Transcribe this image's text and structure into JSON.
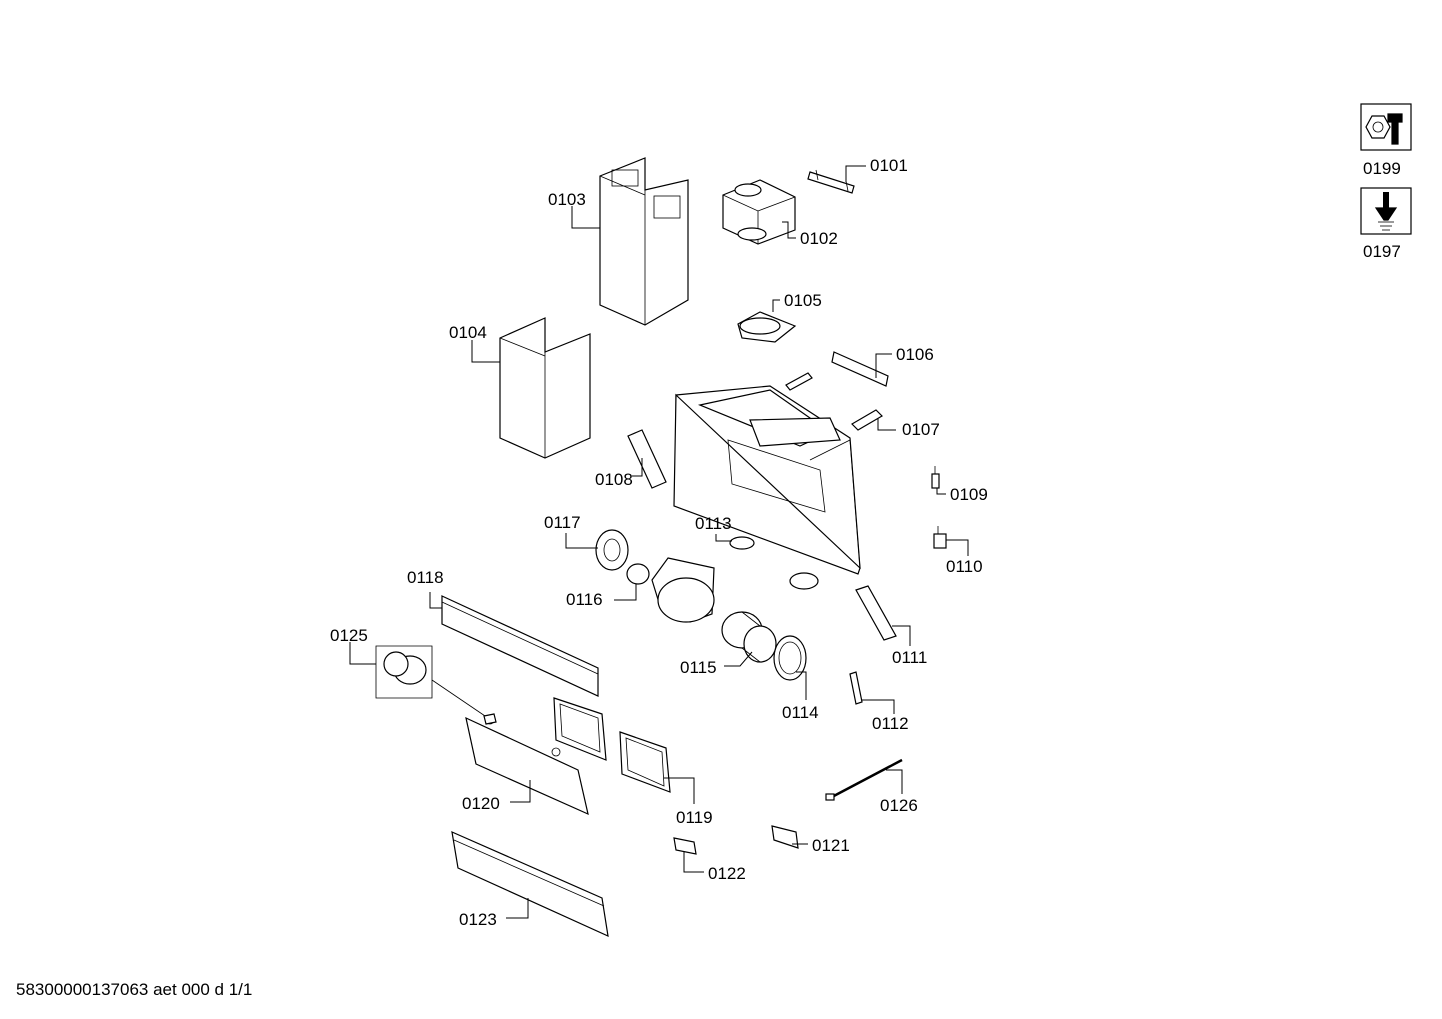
{
  "parts": [
    {
      "id": "0101",
      "label": "0101"
    },
    {
      "id": "0102",
      "label": "0102"
    },
    {
      "id": "0103",
      "label": "0103"
    },
    {
      "id": "0104",
      "label": "0104"
    },
    {
      "id": "0105",
      "label": "0105"
    },
    {
      "id": "0106",
      "label": "0106"
    },
    {
      "id": "0107",
      "label": "0107"
    },
    {
      "id": "0108",
      "label": "0108"
    },
    {
      "id": "0109",
      "label": "0109"
    },
    {
      "id": "0110",
      "label": "0110"
    },
    {
      "id": "0111",
      "label": "0111"
    },
    {
      "id": "0112",
      "label": "0112"
    },
    {
      "id": "0113",
      "label": "0113"
    },
    {
      "id": "0114",
      "label": "0114"
    },
    {
      "id": "0115",
      "label": "0115"
    },
    {
      "id": "0116",
      "label": "0116"
    },
    {
      "id": "0117",
      "label": "0117"
    },
    {
      "id": "0118",
      "label": "0118"
    },
    {
      "id": "0119",
      "label": "0119"
    },
    {
      "id": "0120",
      "label": "0120"
    },
    {
      "id": "0121",
      "label": "0121"
    },
    {
      "id": "0122",
      "label": "0122"
    },
    {
      "id": "0123",
      "label": "0123"
    },
    {
      "id": "0125",
      "label": "0125"
    },
    {
      "id": "0126",
      "label": "0126"
    }
  ],
  "tools": [
    {
      "label": "0199",
      "icon": "wrench-nut-icon"
    },
    {
      "label": "0197",
      "icon": "screwdriver-icon"
    }
  ],
  "footer": "58300000137063 aet 000 d 1/1"
}
